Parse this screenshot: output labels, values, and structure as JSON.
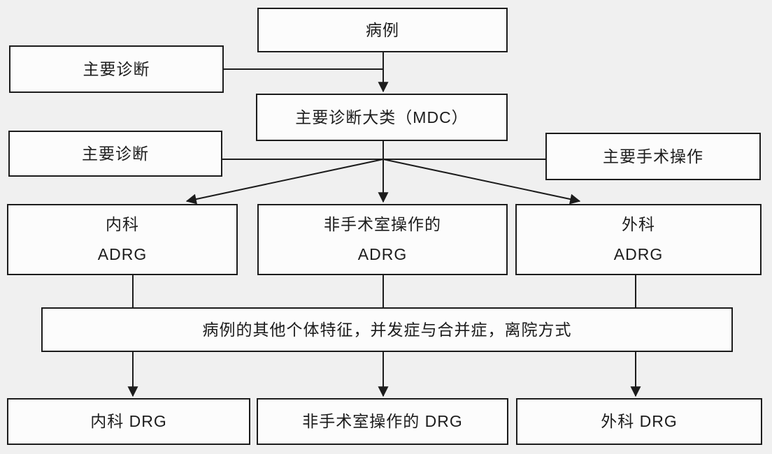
{
  "diagram": {
    "type": "flowchart",
    "nodes": {
      "case": {
        "label": "病例"
      },
      "primary_dx_top": {
        "label": "主要诊断"
      },
      "mdc": {
        "label": "主要诊断大类（MDC）"
      },
      "primary_dx_mid": {
        "label": "主要诊断"
      },
      "surgery_op": {
        "label": "主要手术操作"
      },
      "internal_adrg": {
        "line1": "内科",
        "line2": "ADRG"
      },
      "non_or_adrg": {
        "line1": "非手术室操作的",
        "line2": "ADRG"
      },
      "surgical_adrg": {
        "line1": "外科",
        "line2": "ADRG"
      },
      "case_features": {
        "label": "病例的其他个体特征，并发症与合并症，离院方式"
      },
      "internal_drg": {
        "label": "内科 DRG"
      },
      "non_or_drg": {
        "label": "非手术室操作的 DRG"
      },
      "surgical_drg": {
        "label": "外科 DRG"
      }
    },
    "colors": {
      "background": "#f0f0f0",
      "box_fill": "#fcfcfc",
      "border": "#1c1c1c",
      "line": "#1c1c1c",
      "text": "#1c1c1c"
    }
  }
}
